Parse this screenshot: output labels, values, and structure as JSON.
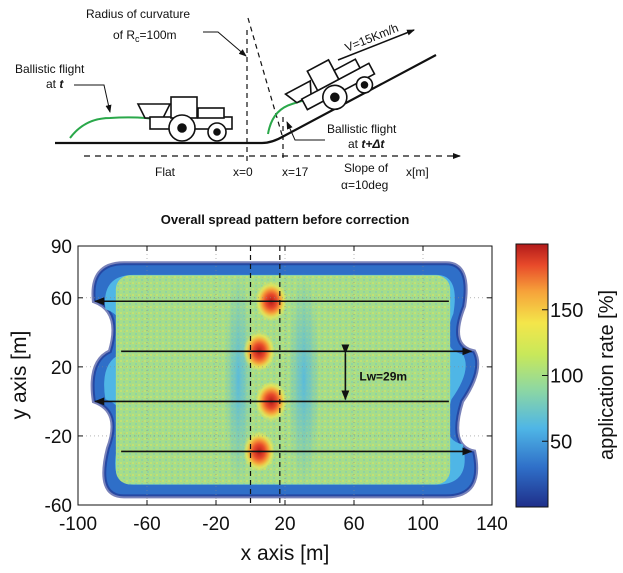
{
  "schematic": {
    "radius_line1": "Radius of curvature",
    "radius_line2": "of R",
    "radius_sub": "c",
    "radius_line2_tail": "=100m",
    "ballistic_t_line1": "Ballistic flight",
    "ballistic_t_line2_prefix": "at ",
    "ballistic_t_symbol": "t",
    "ballistic_tdt_line1": "Ballistic flight",
    "ballistic_tdt_line2_prefix": "at ",
    "ballistic_tdt_symbol": "t+Δt",
    "speed": "V=15Km/h",
    "flat": "Flat",
    "x0": "x=0",
    "x17": "x=17",
    "slope_line1": "Slope of",
    "slope_line2": "α=10deg",
    "xaxis": "x[m]"
  },
  "chart_data": {
    "type": "heatmap",
    "title": "Overall spread pattern before correction",
    "xlabel": "x axis [m]",
    "ylabel": "y axis [m]",
    "xlim": [
      -100,
      140
    ],
    "ylim": [
      -60,
      90
    ],
    "xticks": [
      "-100",
      "-60",
      "-20",
      "20",
      "60",
      "100",
      "140"
    ],
    "yticks": [
      "90",
      "60",
      "20",
      "-20",
      "-60"
    ],
    "colorbar": {
      "label": "application rate [%]",
      "ticks": [
        "150",
        "100",
        "50"
      ],
      "range": [
        0,
        200
      ],
      "colors": [
        "#1f2f8a",
        "#2f6fc8",
        "#4fb6e6",
        "#8fd8a0",
        "#c8e85a",
        "#f4e64a",
        "#f6a23a",
        "#e84a2a",
        "#b21a1a"
      ]
    },
    "passes": [
      {
        "y": 58,
        "x_start": 115,
        "x_end": -90,
        "direction": "left"
      },
      {
        "y": 29,
        "x_start": -75,
        "x_end": 128,
        "direction": "right"
      },
      {
        "y": 0,
        "x_start": 115,
        "x_end": -90,
        "direction": "left"
      },
      {
        "y": -29,
        "x_start": -75,
        "x_end": 128,
        "direction": "right"
      }
    ],
    "hotspots": [
      {
        "x": 12,
        "y": 58,
        "rate": 195
      },
      {
        "x": 5,
        "y": 29,
        "rate": 190
      },
      {
        "x": 12,
        "y": 0,
        "rate": 195
      },
      {
        "x": 5,
        "y": -29,
        "rate": 190
      }
    ],
    "field_x_range": [
      -85,
      125
    ],
    "field_y_range": [
      -55,
      80
    ],
    "vertical_markers": [
      0,
      17
    ],
    "lw_label": "Lw=29m",
    "lw_range": [
      0,
      29
    ],
    "lw_x": 55
  }
}
